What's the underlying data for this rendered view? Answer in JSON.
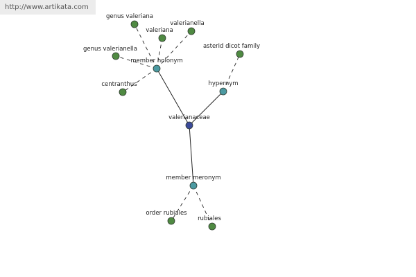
{
  "watermark": {
    "text": "http://www.artikata.com"
  },
  "colors": {
    "central_node": "#3b4a9a",
    "relation_node": "#4c9aa2",
    "leaf_node": "#4f8a42",
    "node_stroke": "#2f3a2f",
    "edge": "#222222"
  },
  "graph": {
    "nodes": [
      {
        "id": "valerianaceae",
        "label": "valerianaceae",
        "kind": "central"
      },
      {
        "id": "member-holonym",
        "label": "member holonym",
        "kind": "relation"
      },
      {
        "id": "hypernym",
        "label": "hypernym",
        "kind": "relation"
      },
      {
        "id": "member-meronym",
        "label": "member meronym",
        "kind": "relation"
      },
      {
        "id": "genus-valeriana",
        "label": "genus valeriana",
        "kind": "leaf"
      },
      {
        "id": "valeriana",
        "label": "valeriana",
        "kind": "leaf"
      },
      {
        "id": "valerianella",
        "label": "valerianella",
        "kind": "leaf"
      },
      {
        "id": "genus-valerianella",
        "label": "genus valerianella",
        "kind": "leaf"
      },
      {
        "id": "centranthus",
        "label": "centranthus",
        "kind": "leaf"
      },
      {
        "id": "asterid-dicot-family",
        "label": "asterid dicot family",
        "kind": "leaf"
      },
      {
        "id": "order-rubiales",
        "label": "order rubiales",
        "kind": "leaf"
      },
      {
        "id": "rubiales",
        "label": "rubiales",
        "kind": "leaf"
      }
    ],
    "edges": [
      {
        "from": "valerianaceae",
        "to": "member-holonym",
        "style": "solid"
      },
      {
        "from": "valerianaceae",
        "to": "hypernym",
        "style": "solid"
      },
      {
        "from": "valerianaceae",
        "to": "member-meronym",
        "style": "solid"
      },
      {
        "from": "member-holonym",
        "to": "genus-valeriana",
        "style": "dashed"
      },
      {
        "from": "member-holonym",
        "to": "valeriana",
        "style": "dashed"
      },
      {
        "from": "member-holonym",
        "to": "valerianella",
        "style": "dashed"
      },
      {
        "from": "member-holonym",
        "to": "genus-valerianella",
        "style": "dashed"
      },
      {
        "from": "member-holonym",
        "to": "centranthus",
        "style": "dashed"
      },
      {
        "from": "hypernym",
        "to": "asterid-dicot-family",
        "style": "dashed"
      },
      {
        "from": "member-meronym",
        "to": "order-rubiales",
        "style": "dashed"
      },
      {
        "from": "member-meronym",
        "to": "rubiales",
        "style": "dashed"
      }
    ]
  }
}
